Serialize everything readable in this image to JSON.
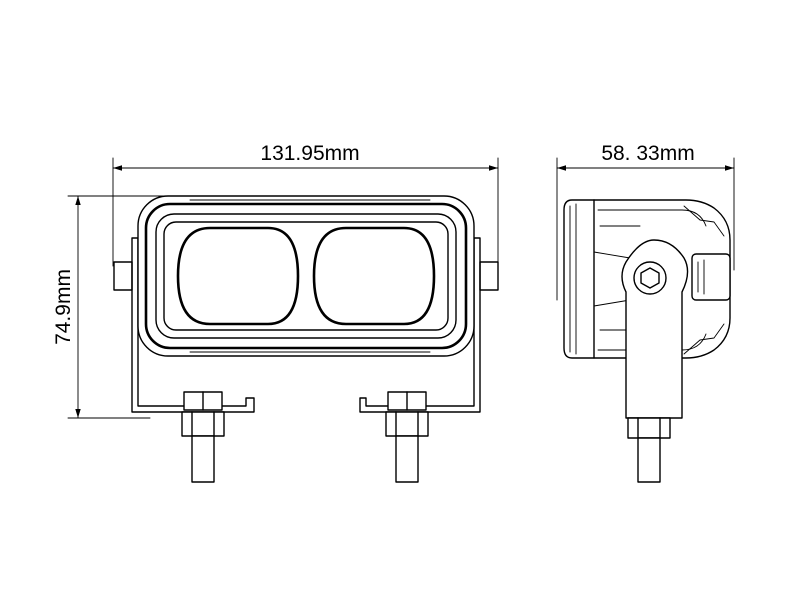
{
  "dimensions": {
    "width_label": "131.95mm",
    "height_label": "74.9mm",
    "depth_label": "58. 33mm"
  }
}
